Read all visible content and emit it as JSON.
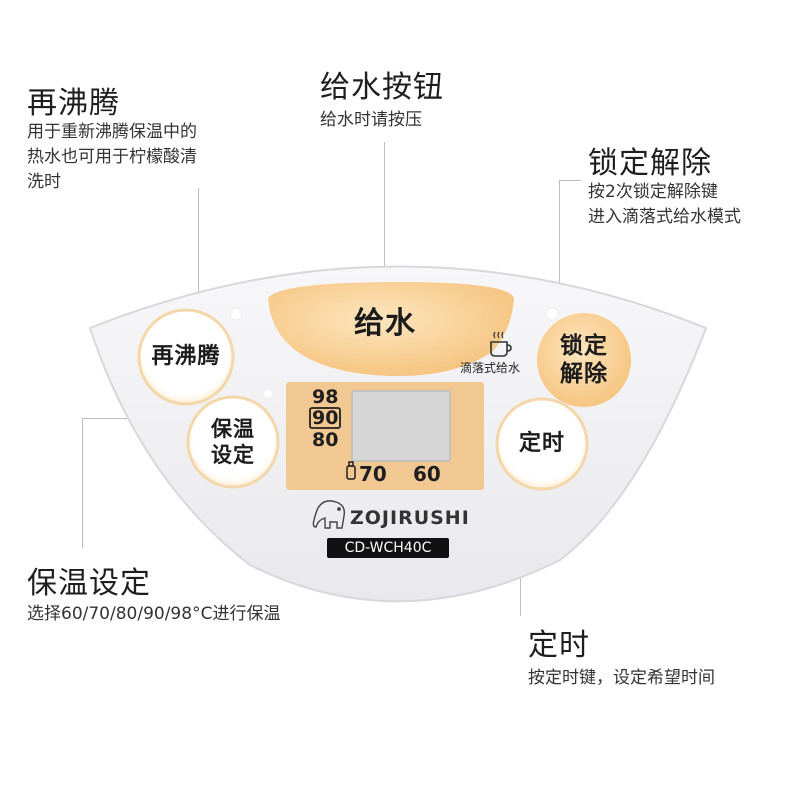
{
  "callouts": {
    "reboil": {
      "title": "再沸腾",
      "desc": [
        "用于重新沸腾保温中的",
        "热水也可用于柠檬酸清",
        "洗时"
      ]
    },
    "water": {
      "title": "给水按钮",
      "desc": [
        "给水时请按压"
      ]
    },
    "unlock": {
      "title": "锁定解除",
      "desc": [
        "按2次锁定解除键",
        "进入滴落式给水模式"
      ]
    },
    "keepwarm": {
      "title": "保温设定",
      "desc": [
        "选择60/70/80/90/98°C进行保温"
      ]
    },
    "timer": {
      "title": "定时",
      "desc": [
        "按定时键，设定希望时间"
      ]
    }
  },
  "panel": {
    "water_button": "给水",
    "reboil_button": "再沸腾",
    "unlock_button": [
      "锁定",
      "解除"
    ],
    "drip_label": "滴落式给水",
    "keepwarm_button": [
      "保温",
      "设定"
    ],
    "timer_button": "定时",
    "temps_left": [
      "98",
      "90",
      "80"
    ],
    "temps_bottom": [
      "70",
      "60"
    ],
    "selected_temp": "90",
    "brand": "ZOJIRUSHI",
    "model": "CD-WCH40C"
  },
  "colors": {
    "accent_orange": "#f6c27a",
    "light_orange": "#fbe1b6",
    "panel_white": "#f4f4f6",
    "lcd_gray": "#d9d9d9"
  }
}
